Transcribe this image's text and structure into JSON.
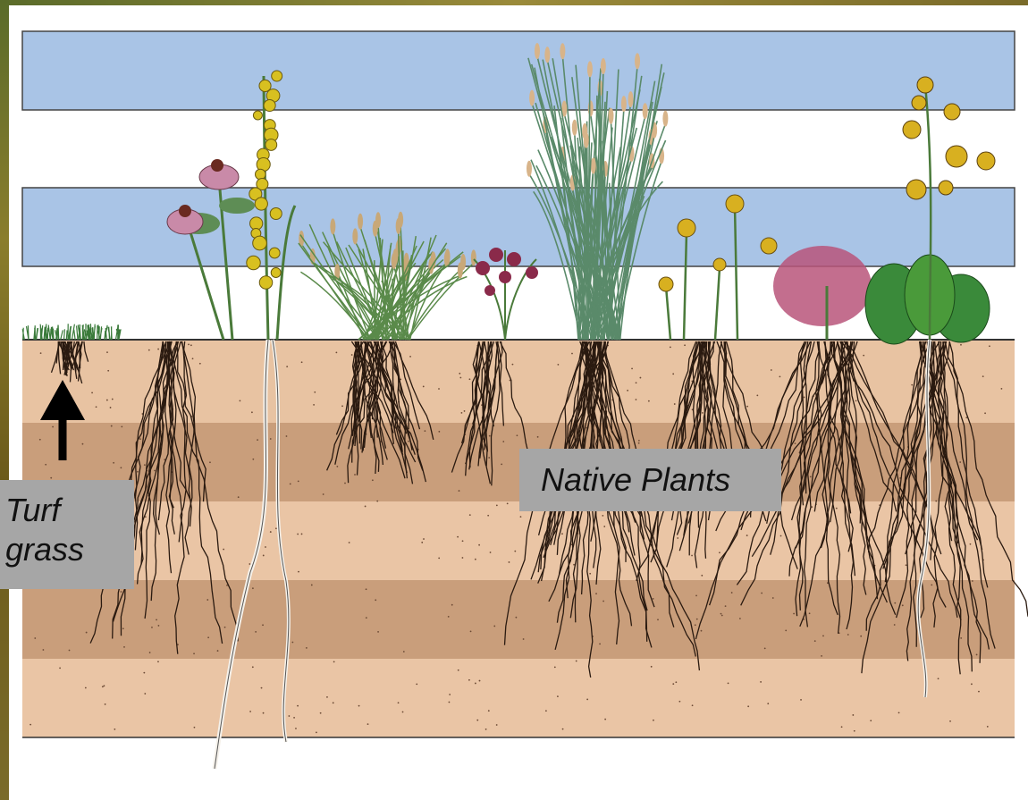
{
  "labels": {
    "turf": [
      "Turf",
      "grass"
    ],
    "native": "Native Plants"
  },
  "colors": {
    "sky_band": "#a9c4e6",
    "soil_light": "#e9c3a3",
    "soil_dark": "#c89d7a",
    "label_box": "#a6a6a6"
  },
  "icons": [
    "up-arrow-icon"
  ]
}
